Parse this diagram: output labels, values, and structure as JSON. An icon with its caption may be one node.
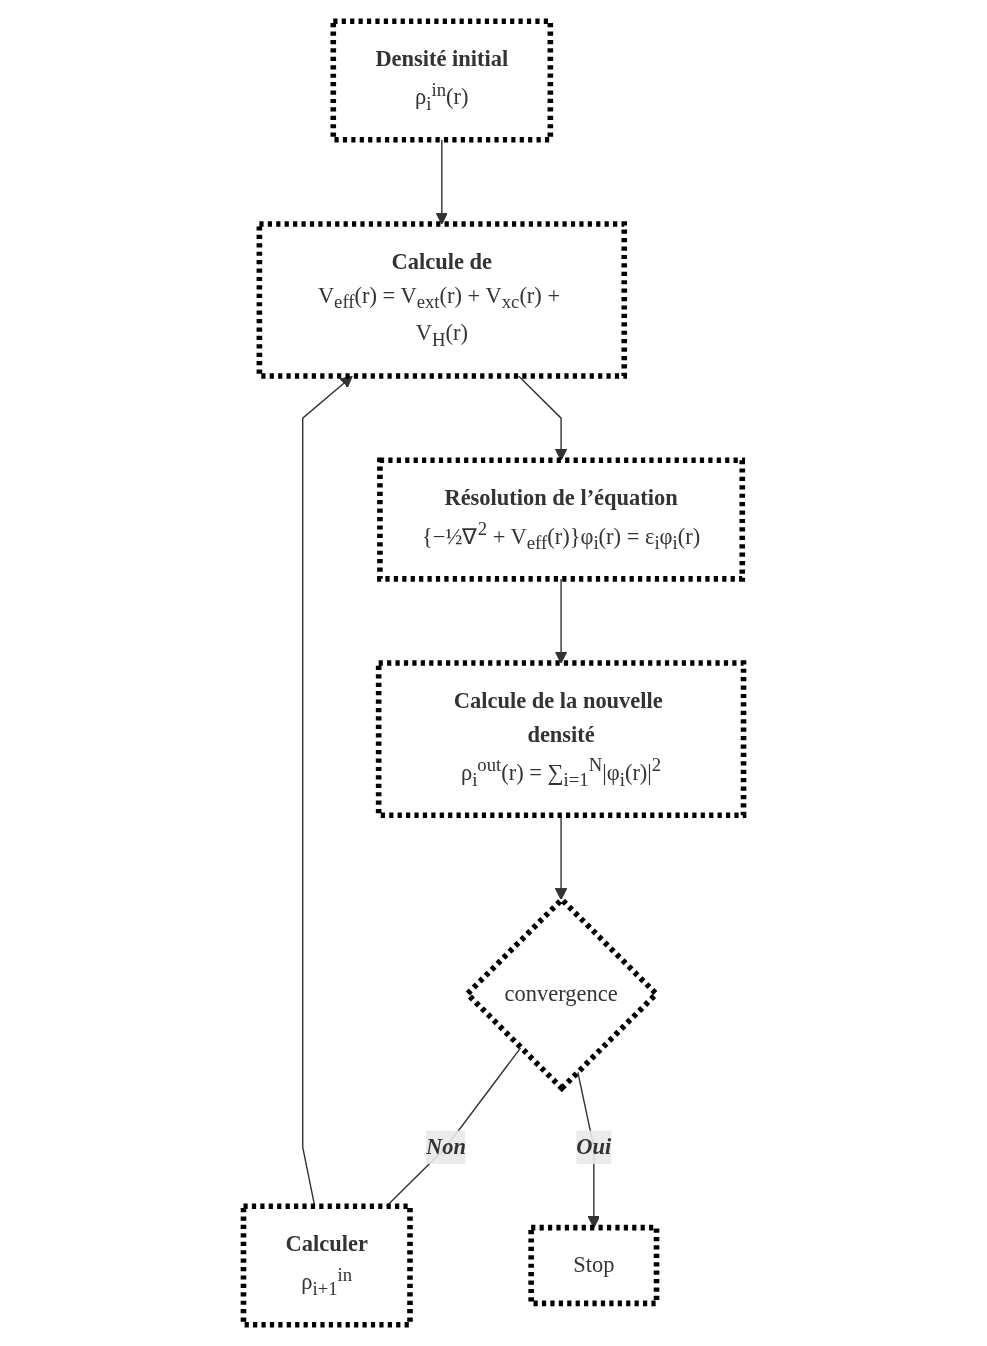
{
  "diagram": {
    "nodes": [
      {
        "text": [
          "Densité initial",
          "ρ$_{i}$$^{in}$(r)"
        ]
      },
      {
        "text": [
          "Calcule de",
          "V$_{eff}$(r) = V$_{ext}$(r) + V$_{xc}$(r) + V$_{H}$(r)"
        ]
      },
      {
        "text": [
          "Résolution de l’équation",
          "{−½∇$^{2}$ + V$_{eff}$(r)}φ$_{i}$(r) = ε$_{i}$φ$_{i}$(r)"
        ]
      },
      {
        "text": [
          "Calcule de la nouvelle densité",
          "ρ$_{i}$$^{out}$(r) = ∑$_{i=1}$$^{N}$|φ$_{i}$(r)|$^{2}$"
        ]
      },
      {
        "text": [
          "convergence"
        ]
      },
      {
        "text": [
          "Calculer",
          "ρ$_{i+1}$$^{in}$"
        ]
      },
      {
        "text": [
          "Stop"
        ]
      }
    ],
    "edges": [
      {
        "from": 0,
        "to": 1,
        "arrow": "to"
      },
      {
        "from": 1,
        "to": 2,
        "arrow": "to"
      },
      {
        "from": 2,
        "to": 3,
        "arrow": "to"
      },
      {
        "from": 3,
        "to": 4,
        "arrow": "to"
      },
      {
        "from": 4,
        "to": 5,
        "label": "Non",
        "arrow": "none"
      },
      {
        "from": 5,
        "to": 1,
        "arrow": "to"
      },
      {
        "from": 4,
        "to": 6,
        "label": "Oui",
        "arrow": "to"
      }
    ]
  }
}
